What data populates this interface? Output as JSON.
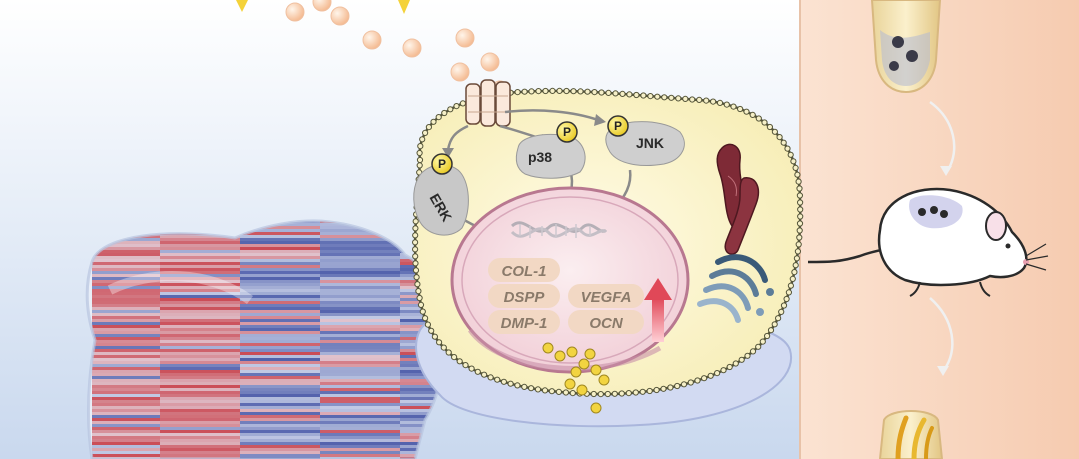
{
  "kinases": [
    {
      "id": "erk",
      "label": "ERK"
    },
    {
      "id": "p38",
      "label": "p38"
    },
    {
      "id": "jnk",
      "label": "JNK"
    }
  ],
  "phospho_label": "P",
  "genes": {
    "left": [
      "COL-1",
      "DSPP",
      "DMP-1"
    ],
    "right": [
      "VEGFA",
      "OCN"
    ]
  },
  "colors": {
    "heatmap_red": "#c8404a",
    "heatmap_blue": "#4a5aa8",
    "cell_fill": "#fbf5d6",
    "membrane": "#5a5a3a",
    "panel_right": "#f8d8c0",
    "upregulation_arrow": "#e05060"
  },
  "icons": [
    "receptor-icon",
    "mitochondria-icon",
    "golgi-icon",
    "dna-icon",
    "mouse-icon",
    "test-tube-icon",
    "tooth-root-icon",
    "upregulation-arrow-icon"
  ]
}
